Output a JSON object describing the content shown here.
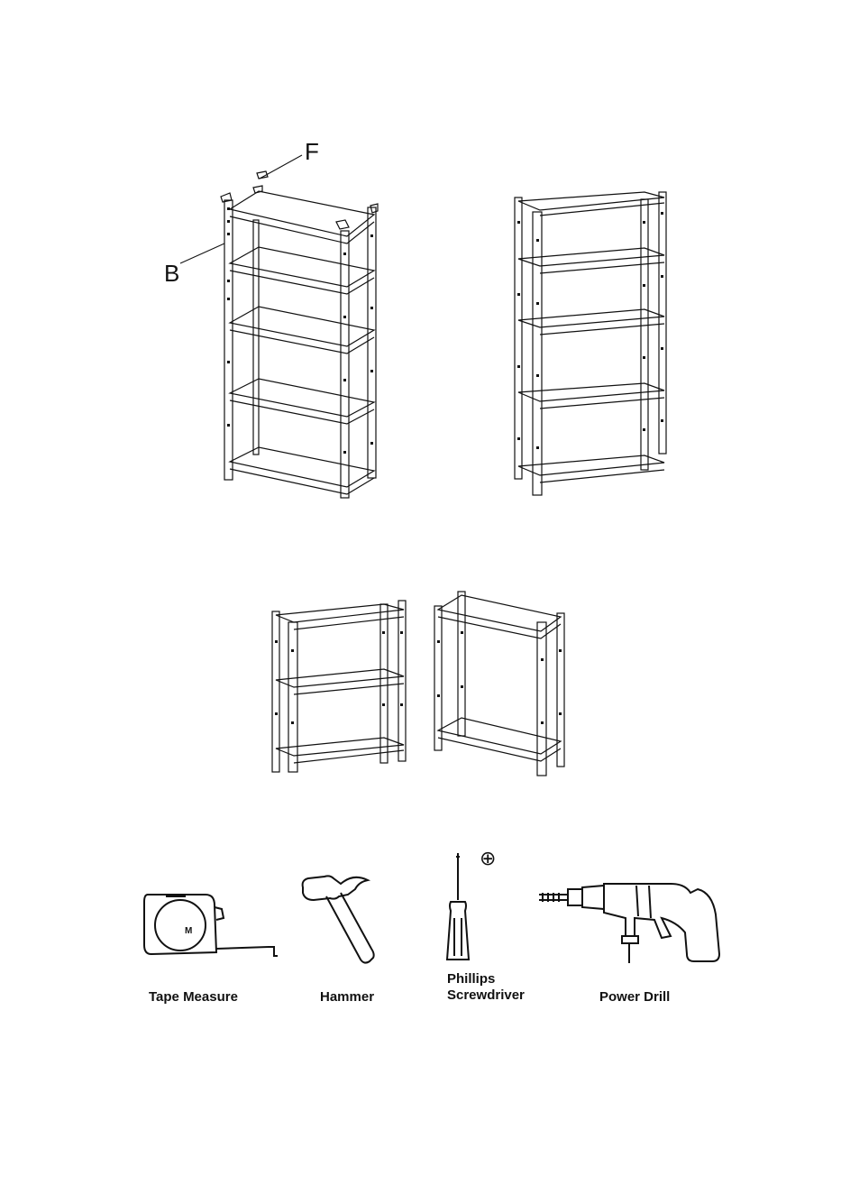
{
  "callouts": {
    "f": "F",
    "b": "B"
  },
  "tools": [
    {
      "label": "Tape Measure",
      "icon": "tape-measure-icon"
    },
    {
      "label": "Hammer",
      "icon": "hammer-icon"
    },
    {
      "label": "Phillips",
      "label2": "Screwdriver",
      "icon": "screwdriver-icon"
    },
    {
      "label": "Power Drill",
      "icon": "power-drill-icon"
    }
  ],
  "phillips_symbol": "⊕"
}
